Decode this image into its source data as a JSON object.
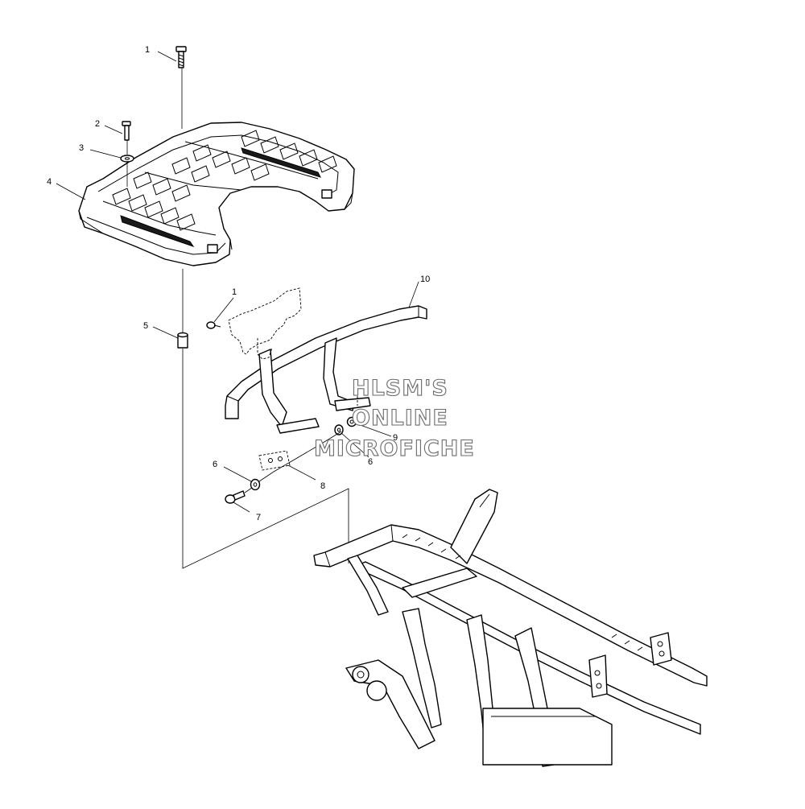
{
  "callouts": {
    "c1_top": "1",
    "c2": "2",
    "c3": "3",
    "c4": "4",
    "c1_mid": "1",
    "c5": "5",
    "c10": "10",
    "c9": "9",
    "c6_right": "6",
    "c6_left": "6",
    "c8": "8",
    "c7": "7"
  },
  "watermark": {
    "line1": "HLSM'S",
    "line2": "ONLINE",
    "line3": "MICROFICHE"
  }
}
